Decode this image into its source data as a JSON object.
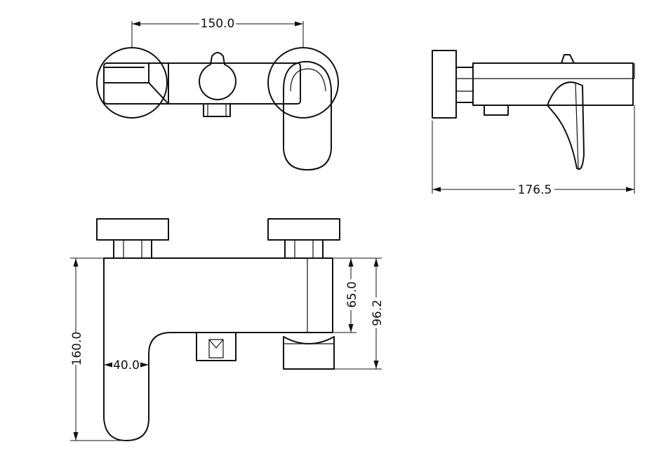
{
  "dimensions": {
    "top_width": "150.0",
    "side_depth": "176.5",
    "front_height": "160.0",
    "front_handle_offset": "40.0",
    "front_spout_depth": "65.0",
    "front_outlet_depth": "96.2"
  },
  "colors": {
    "line": "#111111",
    "background": "#ffffff"
  }
}
